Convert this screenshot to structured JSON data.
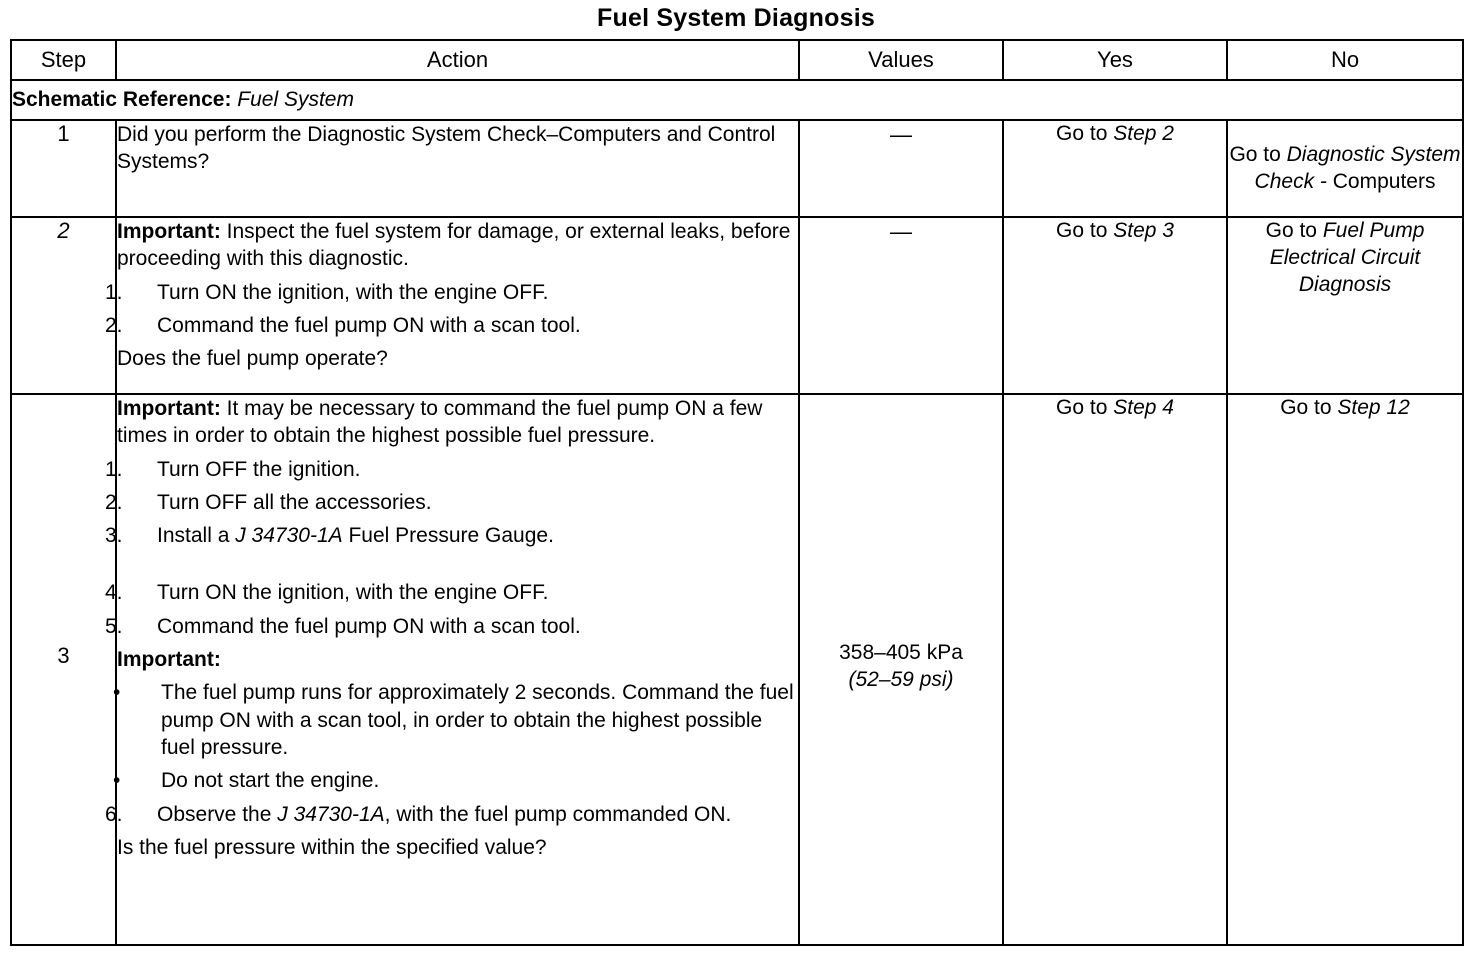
{
  "document": {
    "title": "Fuel System Diagnosis"
  },
  "table": {
    "headers": {
      "step": "Step",
      "action": "Action",
      "values": "Values",
      "yes": "Yes",
      "no": "No"
    },
    "schematic": {
      "label": "Schematic Reference:",
      "value": "Fuel System"
    },
    "rows": [
      {
        "step": "1",
        "action": {
          "lead": "Did you perform the Diagnostic System Check–Computers and  Control  Systems?"
        },
        "values": "—",
        "yes": {
          "prefix": "Go to ",
          "ref": "Step 2"
        },
        "no": {
          "prefix": "Go to ",
          "ref": "Diagnostic System Check -",
          "suffix": "Computers"
        }
      },
      {
        "step": "2",
        "action": {
          "important_label": "Important:",
          "important_text": " Inspect the fuel system for damage, or external leaks, before proceeding with this diagnostic.",
          "items": [
            {
              "n": "1.",
              "text": "Turn ON the ignition, with the engine OFF."
            },
            {
              "n": "2.",
              "text": "Command the fuel pump ON with a scan tool."
            }
          ],
          "question": "Does the fuel pump operate?"
        },
        "values": "—",
        "yes": {
          "prefix": "Go to ",
          "ref": "Step 3"
        },
        "no": {
          "prefix": "Go to ",
          "ref": "Fuel Pump Electrical Circuit Diagnosis",
          "suffix": ""
        }
      },
      {
        "step": "3",
        "action": {
          "important_label": "Important:",
          "important_text": " It may be necessary to command the fuel pump ON a few times in order to obtain the highest possible fuel pressure.",
          "items_a": [
            {
              "n": "1.",
              "text": "Turn OFF the ignition."
            },
            {
              "n": "2.",
              "text": "Turn OFF all the accessories."
            },
            {
              "n": "3.",
              "pre": "Install a ",
              "ref": "J 34730-1A",
              "post": " Fuel Pressure Gauge."
            }
          ],
          "items_b": [
            {
              "n": "4.",
              "text": "Turn ON the ignition, with the engine OFF."
            },
            {
              "n": "5.",
              "text": "Command the fuel pump ON with a scan tool."
            }
          ],
          "important2_label": "Important:",
          "bullets": [
            "The fuel pump runs for approximately 2 seconds. Command the fuel pump ON with a scan tool, in order to obtain the highest possible fuel pressure.",
            "Do not start the engine."
          ],
          "item6": {
            "n": "6.",
            "pre": "Observe the ",
            "ref": "J 34730-1A",
            "post": ", with the fuel pump commanded ON."
          },
          "question": "Is the fuel pressure within the specified value?"
        },
        "values_metric": "358–405 kPa",
        "values_imperial": "(52–59 psi)",
        "yes": {
          "prefix": "Go to ",
          "ref": "Step 4"
        },
        "no": {
          "prefix": "Go to ",
          "ref": "Step 12",
          "suffix": ""
        }
      }
    ]
  },
  "colors": {
    "ink": "#000000",
    "paper": "#ffffff"
  }
}
